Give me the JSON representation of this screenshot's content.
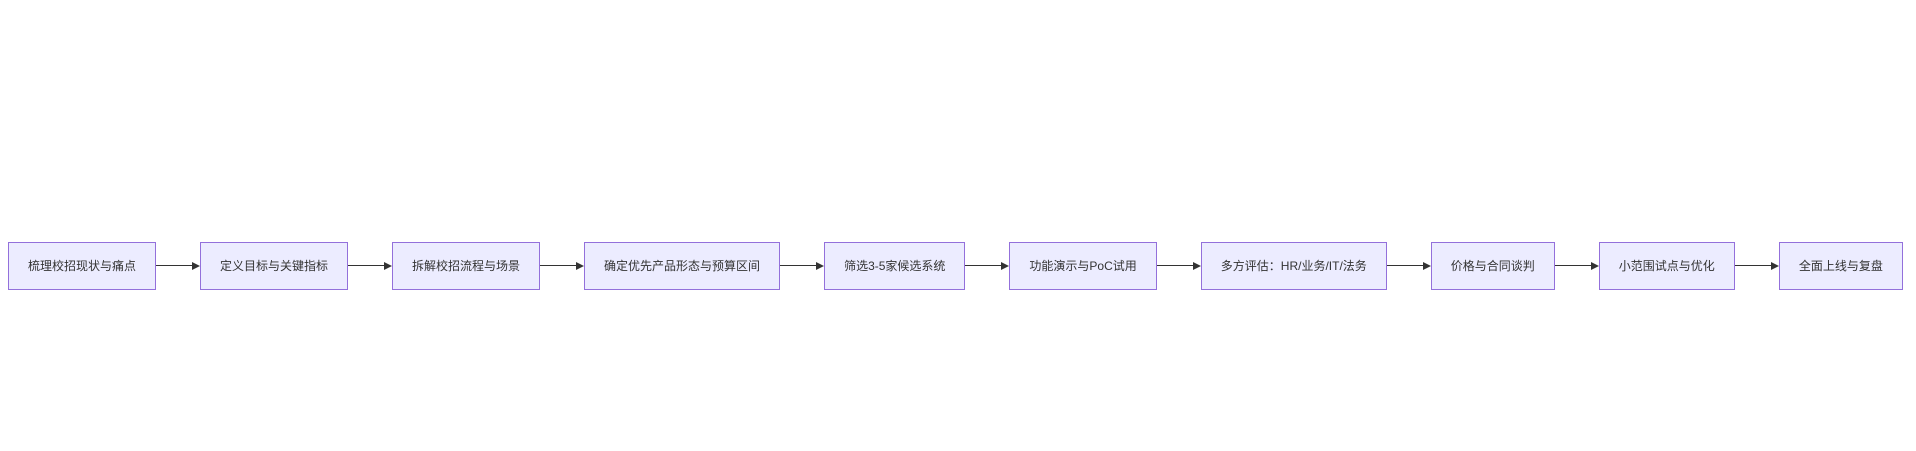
{
  "diagram": {
    "type": "flowchart",
    "direction": "left-to-right",
    "colors": {
      "background": "#ffffff",
      "node_fill": "#ECECFF",
      "node_border": "#9370DB",
      "edge": "#333333",
      "text": "#333333"
    },
    "nodes": [
      {
        "label": "梳理校招现状与痛点"
      },
      {
        "label": "定义目标与关键指标"
      },
      {
        "label": "拆解校招流程与场景"
      },
      {
        "label": "确定优先产品形态与预算区间"
      },
      {
        "label": "筛选3-5家候选系统"
      },
      {
        "label": "功能演示与PoC试用"
      },
      {
        "label": "多方评估：HR/业务/IT/法务"
      },
      {
        "label": "价格与合同谈判"
      },
      {
        "label": "小范围试点与优化"
      },
      {
        "label": "全面上线与复盘"
      }
    ],
    "edges": [
      {
        "from": 0,
        "to": 1
      },
      {
        "from": 1,
        "to": 2
      },
      {
        "from": 2,
        "to": 3
      },
      {
        "from": 3,
        "to": 4
      },
      {
        "from": 4,
        "to": 5
      },
      {
        "from": 5,
        "to": 6
      },
      {
        "from": 6,
        "to": 7
      },
      {
        "from": 7,
        "to": 8
      },
      {
        "from": 8,
        "to": 9
      }
    ]
  }
}
